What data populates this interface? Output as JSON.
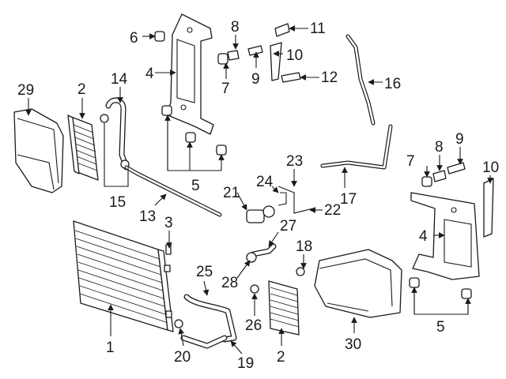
{
  "callouts": [
    {
      "id": "c-1",
      "text": "1"
    },
    {
      "id": "c-2a",
      "text": "2"
    },
    {
      "id": "c-2b",
      "text": "2"
    },
    {
      "id": "c-3",
      "text": "3"
    },
    {
      "id": "c-4a",
      "text": "4"
    },
    {
      "id": "c-4b",
      "text": "4"
    },
    {
      "id": "c-5a",
      "text": "5"
    },
    {
      "id": "c-5b",
      "text": "5"
    },
    {
      "id": "c-6",
      "text": "6"
    },
    {
      "id": "c-7a",
      "text": "7"
    },
    {
      "id": "c-7b",
      "text": "7"
    },
    {
      "id": "c-8a",
      "text": "8"
    },
    {
      "id": "c-8b",
      "text": "8"
    },
    {
      "id": "c-9a",
      "text": "9"
    },
    {
      "id": "c-9b",
      "text": "9"
    },
    {
      "id": "c-10a",
      "text": "10"
    },
    {
      "id": "c-10b",
      "text": "10"
    },
    {
      "id": "c-11",
      "text": "11"
    },
    {
      "id": "c-12",
      "text": "12"
    },
    {
      "id": "c-13",
      "text": "13"
    },
    {
      "id": "c-14",
      "text": "14"
    },
    {
      "id": "c-15",
      "text": "15"
    },
    {
      "id": "c-16",
      "text": "16"
    },
    {
      "id": "c-17",
      "text": "17"
    },
    {
      "id": "c-18",
      "text": "18"
    },
    {
      "id": "c-19",
      "text": "19"
    },
    {
      "id": "c-20",
      "text": "20"
    },
    {
      "id": "c-21",
      "text": "21"
    },
    {
      "id": "c-22",
      "text": "22"
    },
    {
      "id": "c-23",
      "text": "23"
    },
    {
      "id": "c-24",
      "text": "24"
    },
    {
      "id": "c-25",
      "text": "25"
    },
    {
      "id": "c-26",
      "text": "26"
    },
    {
      "id": "c-27",
      "text": "27"
    },
    {
      "id": "c-28",
      "text": "28"
    },
    {
      "id": "c-29",
      "text": "29"
    },
    {
      "id": "c-30",
      "text": "30"
    }
  ]
}
